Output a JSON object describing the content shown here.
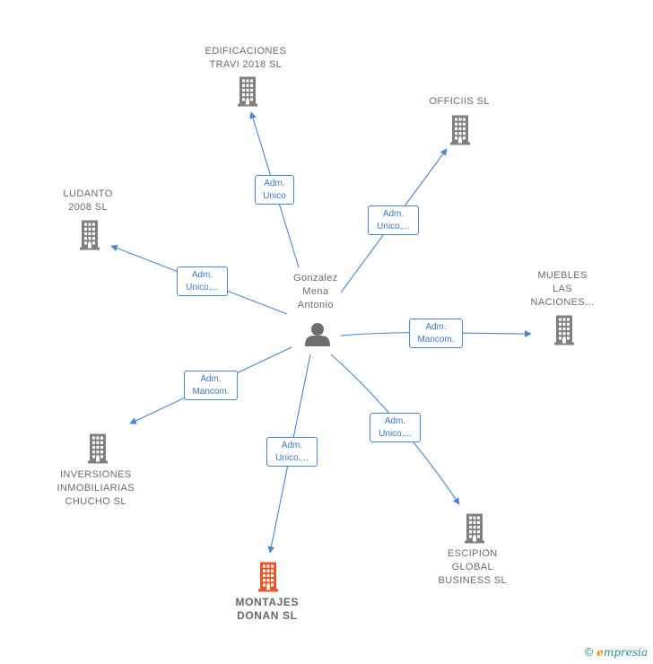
{
  "center": {
    "name_lines": [
      "Gonzalez",
      "Mena",
      "Antonio"
    ],
    "icon": "person-icon"
  },
  "companies": [
    {
      "id": "edificaciones",
      "name_lines": [
        "EDIFICACIONES",
        "TRAVI 2018  SL"
      ],
      "icon": "building-icon",
      "highlight": false
    },
    {
      "id": "officiis",
      "name_lines": [
        "OFFICIIS  SL"
      ],
      "icon": "building-icon",
      "highlight": false
    },
    {
      "id": "ludanto",
      "name_lines": [
        "LUDANTO",
        "2008  SL"
      ],
      "icon": "building-icon",
      "highlight": false
    },
    {
      "id": "muebles",
      "name_lines": [
        "MUEBLES",
        "LAS",
        "NACIONES..."
      ],
      "icon": "building-icon",
      "highlight": false
    },
    {
      "id": "inversiones",
      "name_lines": [
        "INVERSIONES",
        "INMOBILIARIAS",
        "CHUCHO  SL"
      ],
      "icon": "building-icon",
      "highlight": false
    },
    {
      "id": "montajes",
      "name_lines": [
        "MONTAJES",
        "DONAN  SL"
      ],
      "icon": "building-icon",
      "highlight": true
    },
    {
      "id": "escipion",
      "name_lines": [
        "ESCIPION",
        "GLOBAL",
        "BUSINESS  SL"
      ],
      "icon": "building-icon",
      "highlight": false
    }
  ],
  "edges": [
    {
      "to": "edificaciones",
      "label_lines": [
        "Adm.",
        "Unico"
      ]
    },
    {
      "to": "officiis",
      "label_lines": [
        "Adm.",
        "Unico,..."
      ]
    },
    {
      "to": "ludanto",
      "label_lines": [
        "Adm.",
        "Unico,..."
      ]
    },
    {
      "to": "muebles",
      "label_lines": [
        "Adm.",
        "Mancom."
      ]
    },
    {
      "to": "inversiones",
      "label_lines": [
        "Adm.",
        "Mancom."
      ]
    },
    {
      "to": "montajes",
      "label_lines": [
        "Adm.",
        "Unico,..."
      ]
    },
    {
      "to": "escipion",
      "label_lines": [
        "Adm.",
        "Unico,..."
      ]
    }
  ],
  "colors": {
    "edge": "#4a86d0",
    "building": "#808080",
    "building_highlight": "#e8562a",
    "person": "#6e6e6e"
  },
  "footer": {
    "copyright": "©",
    "brand_initial": "e",
    "brand_rest": "mpresia"
  }
}
